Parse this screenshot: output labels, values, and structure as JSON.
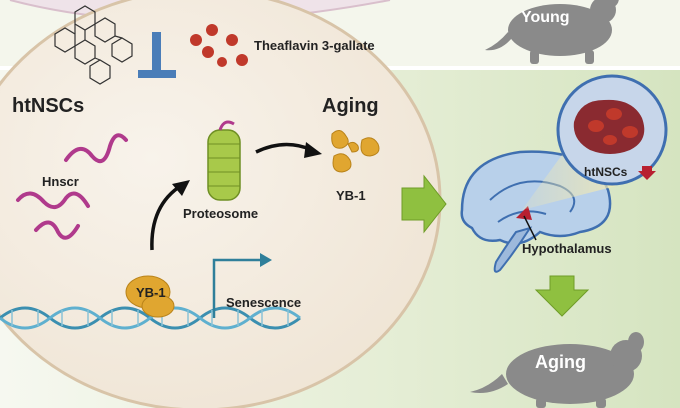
{
  "labels": {
    "young": "Young",
    "compound": "Theaflavin 3-gallate",
    "cell_type": "htNSCs",
    "aging_top": "Aging",
    "hnscr": "Hnscr",
    "proteosome": "Proteosome",
    "yb1_aggregate": "YB-1",
    "yb1_dna": "YB-1",
    "senescence": "Senescence",
    "zoom_cells": "htNSCs",
    "hypothalamus": "Hypothalamus",
    "aging_bottom": "Aging"
  },
  "colors": {
    "top_band": "#f4f6ec",
    "cell_fill": "#f3ece2",
    "cell_border": "#d8c4a8",
    "right_panel": "#dfe9cf",
    "mouse": "#8a8a8a",
    "inhibitor": "#4a7db8",
    "beads": "#c0392b",
    "rna": "#b03a8c",
    "proteasome": "#a8c94a",
    "yb1": "#e0a630",
    "dna_strand": "#3b8fb0",
    "arrow_green": "#8fc040",
    "brain": "#3f6fb0"
  }
}
